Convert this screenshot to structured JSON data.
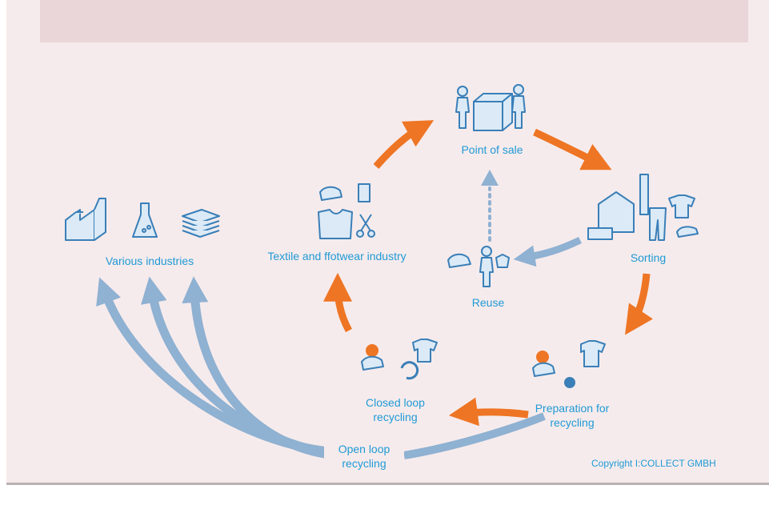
{
  "labels": {
    "point_of_sale": "Point of sale",
    "sorting": "Sorting",
    "reuse": "Reuse",
    "textile_industry": "Textile and ffotwear industry",
    "various_industries": "Various industries",
    "closed_loop": "Closed loop recycling",
    "preparation": "Preparation for recycling",
    "open_loop": "Open loop recycling"
  },
  "copyright": "Copyright I:COLLECT GMBH",
  "colors": {
    "background": "#f6ebec",
    "banner": "#ead5d8",
    "orange_arrow": "#ee7524",
    "blue_arrow": "#8fb1d2",
    "label_text": "#1f9ad6",
    "icon_stroke": "#3a7fb8",
    "icon_fill": "#dbeaf6"
  }
}
